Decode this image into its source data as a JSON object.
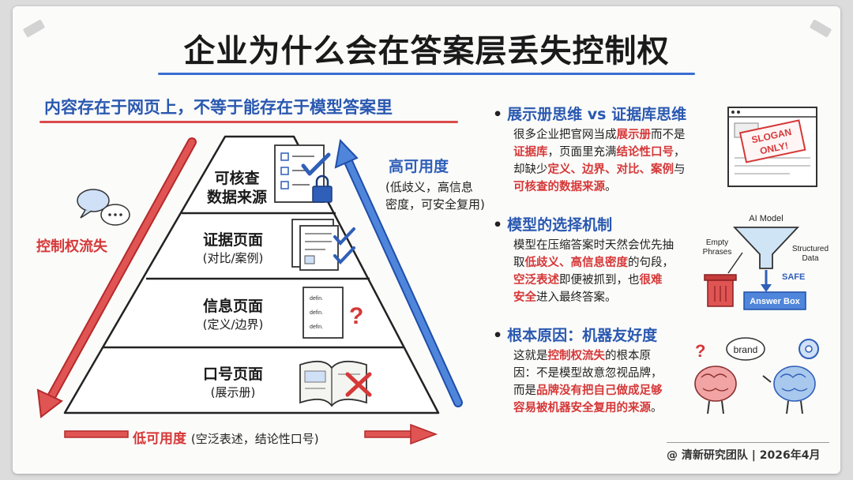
{
  "title": "企业为什么会在答案层丢失控制权",
  "subtitle": "内容存在于网页上，不等于能存在于模型答案里",
  "pyramid": {
    "tiers": [
      {
        "title_lines": [
          "可核查",
          "数据来源"
        ],
        "sub": ""
      },
      {
        "title_lines": [
          "证据页面"
        ],
        "sub": "(对比/案例)"
      },
      {
        "title_lines": [
          "信息页面"
        ],
        "sub": "(定义/边界)"
      },
      {
        "title_lines": [
          "口号页面"
        ],
        "sub": "(展示册)"
      }
    ],
    "left_label": "控制权流失",
    "right_title": "高可用度",
    "right_desc": [
      "(低歧义，高信息",
      "密度，可安全复用)"
    ],
    "bottom_main": "低可用度",
    "bottom_note": "(空泛表述，结论性口号)",
    "doc_lines": [
      "defin.",
      "defin.",
      "defin."
    ]
  },
  "sections": [
    {
      "heading": "展示册思维 vs 证据库思维",
      "lines": [
        [
          {
            "t": "很多企业把官网当成"
          },
          {
            "t": "展示册",
            "r": true
          },
          {
            "t": "而不是"
          }
        ],
        [
          {
            "t": "证据库",
            "r": true
          },
          {
            "t": "，页面里充满"
          },
          {
            "t": "结论性口号",
            "r": true
          },
          {
            "t": "，"
          }
        ],
        [
          {
            "t": "却缺少"
          },
          {
            "t": "定义、边界、对比、案例",
            "r": true
          },
          {
            "t": "与"
          }
        ],
        [
          {
            "t": "可核查的数据来源",
            "r": true
          },
          {
            "t": "。"
          }
        ]
      ]
    },
    {
      "heading": "模型的选择机制",
      "lines": [
        [
          {
            "t": "模型在压缩答案时天然会优先抽"
          }
        ],
        [
          {
            "t": "取"
          },
          {
            "t": "低歧义、高信息密度",
            "r": true
          },
          {
            "t": "的句段，"
          }
        ],
        [
          {
            "t": "空泛表述",
            "r": true
          },
          {
            "t": "即便被抓到，也"
          },
          {
            "t": "很难",
            "r": true
          }
        ],
        [
          {
            "t": "安全",
            "r": true
          },
          {
            "t": "进入最终答案。"
          }
        ]
      ]
    },
    {
      "heading": "根本原因：机器友好度",
      "lines": [
        [
          {
            "t": "这就是"
          },
          {
            "t": "控制权流失",
            "r": true
          },
          {
            "t": "的根本原"
          }
        ],
        [
          {
            "t": "因：不是模型故意忽视品牌，"
          }
        ],
        [
          {
            "t": "而是"
          },
          {
            "t": "品牌没有把自己做成足够",
            "r": true
          }
        ],
        [
          {
            "t": "容易被机器安全复用的来源",
            "r": true
          },
          {
            "t": "。"
          }
        ]
      ]
    }
  ],
  "illustrations": {
    "slogan": [
      "SLOGAN",
      "ONLY!"
    ],
    "ai_model": "AI Model",
    "empty_phrases": [
      "Empty",
      "Phrases"
    ],
    "structured_data": [
      "Structured",
      "Data"
    ],
    "safe": "SAFE",
    "answer_box": "Answer Box",
    "brand_bubble": "brand"
  },
  "footer": "@ 清新研究团队 | 2026年4月",
  "colors": {
    "red": "#d63838",
    "blue": "#2f5fb8",
    "text": "#1a1a1a"
  }
}
